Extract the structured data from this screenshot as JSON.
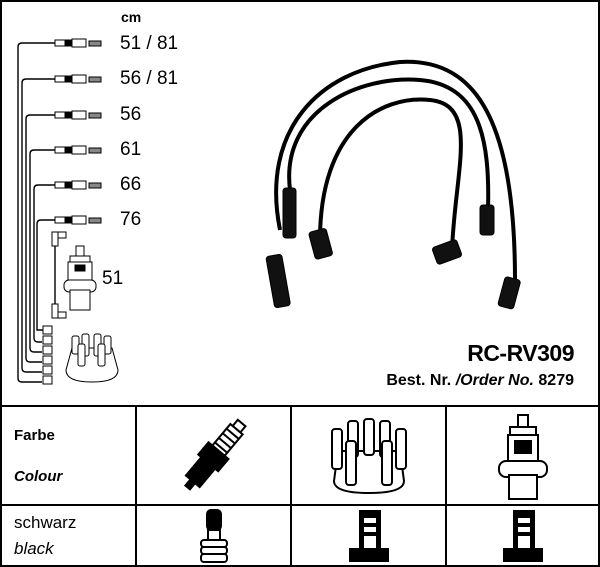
{
  "unit_label": "cm",
  "cable_lengths": [
    "51 / 81",
    "56 / 81",
    "56",
    "61",
    "66",
    "76"
  ],
  "coil_cable_length": "51",
  "product": {
    "code": "RC-RV309",
    "order_label_de": "Best. Nr.",
    "order_separator": "/",
    "order_label_en": "Order No.",
    "order_number": "8279"
  },
  "table": {
    "header_de": "Farbe",
    "header_en": "Colour",
    "color_de": "schwarz",
    "color_en": "black",
    "columns": [
      "spark-plug",
      "distributor-cap",
      "ignition-coil"
    ]
  }
}
